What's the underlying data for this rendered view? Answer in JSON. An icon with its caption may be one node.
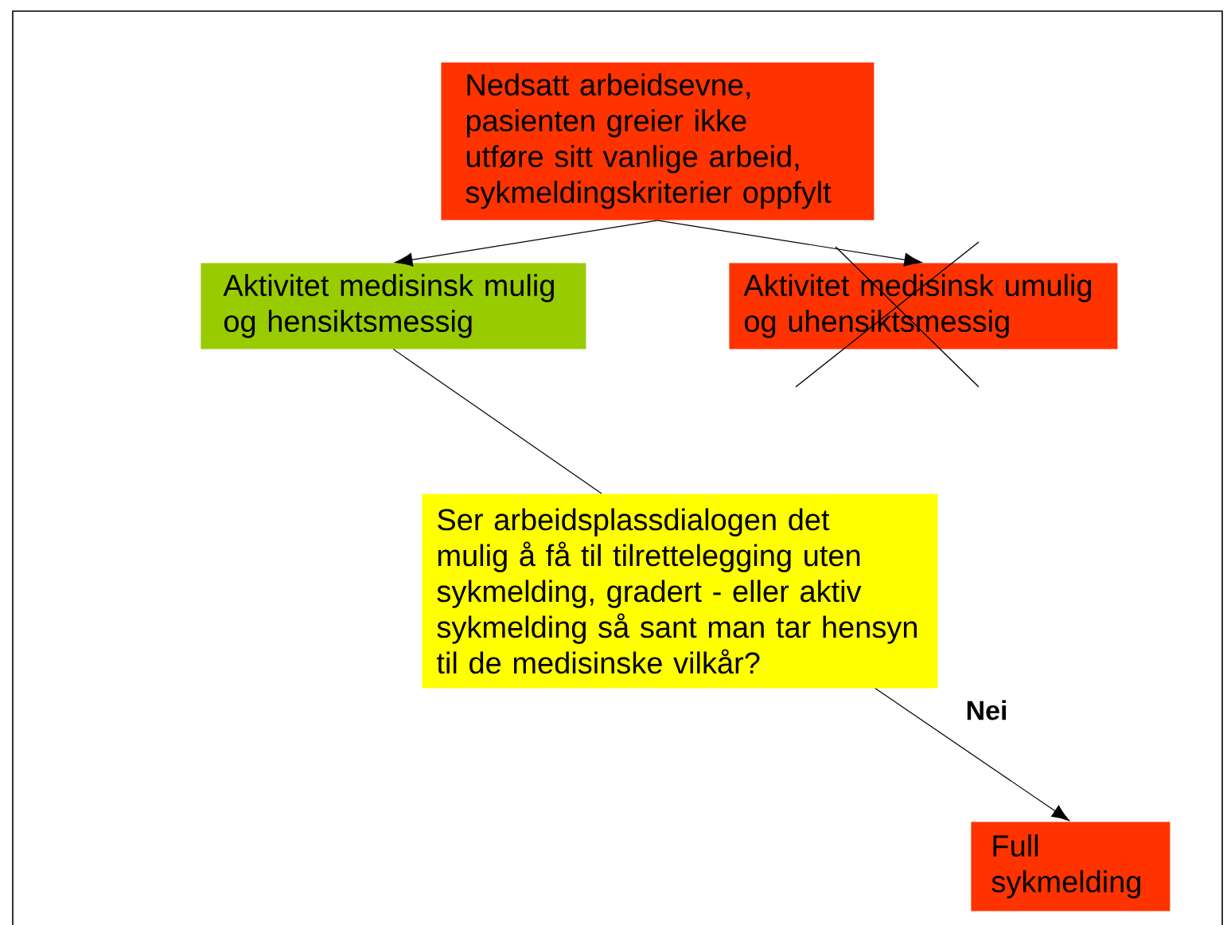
{
  "diagram": {
    "nodes": [
      {
        "text": [
          "Nedsatt arbeidsevne, pasienten greier ikke utføre sitt vanlige arbeid, sykmeldingskriterier oppfylt"
        ]
      },
      {
        "text": [
          "Aktivitet medisinsk mulig og hensiktsmessig"
        ]
      },
      {
        "text": [
          "Aktivitet medisinsk umulig og uhensiktsmessig"
        ]
      },
      {
        "text": [
          "Ser arbeidsplassdialogen det mulig å få til tilrettelegging uten sykmelding, gradert - eller aktiv sykmelding så sant man tar hensyn til de medisinske vilkår?"
        ]
      },
      {
        "text": [
          "Full sykmelding"
        ]
      }
    ],
    "edges": [
      {
        "from": 0,
        "to": 1,
        "arrow": "to"
      },
      {
        "from": 0,
        "to": 2,
        "arrow": "to"
      },
      {
        "from": 1,
        "to": 3,
        "arrow": "none"
      },
      {
        "from": 3,
        "to": 4,
        "arrow": "to",
        "label": "Nei"
      }
    ]
  }
}
